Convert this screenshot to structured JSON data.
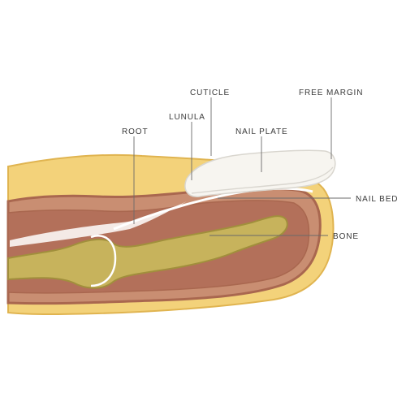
{
  "labels": {
    "cuticle": "CUTICLE",
    "free_margin": "FREE MARGIN",
    "lunula": "LUNULA",
    "root": "ROOT",
    "nail_plate": "NAIL PLATE",
    "nail_bed": "NAIL BED",
    "bone": "BONE"
  },
  "colors": {
    "skin_outer": "#f3d27a",
    "skin_edge": "#e0b450",
    "dermis": "#c98e72",
    "dermis_dark": "#a9674f",
    "flesh_stripe": "#b3705a",
    "bone": "#c7b35c",
    "bone_edge": "#a18f3c",
    "nail": "#f7f5f0",
    "nail_shadow": "#d9d6cf"
  }
}
